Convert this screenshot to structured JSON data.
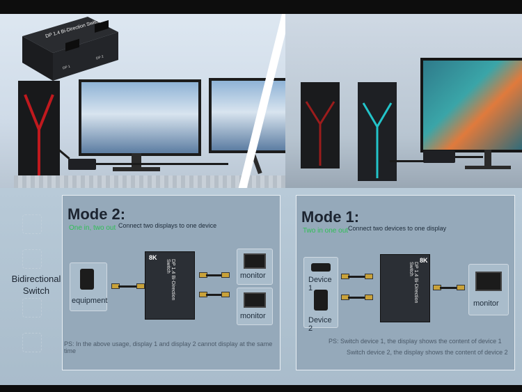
{
  "product_label": "DP 1.4 Bi-Direction Switch",
  "port_labels": {
    "dp1": "DP 1",
    "dp2": "DP 2"
  },
  "side_label": {
    "line1": "Bidirectional",
    "line2": "Switch"
  },
  "mode2": {
    "title": "Mode 2:",
    "subtitle": "One in, two out",
    "description": "Connect two displays to one device",
    "source_label": "equipment",
    "output_labels": [
      "monitor",
      "monitor"
    ],
    "badge": "8K",
    "note": "PS: In the above usage, display 1 and display 2 cannot display at the same time"
  },
  "mode1": {
    "title": "Mode 1:",
    "subtitle": "Two in one out",
    "description": "Connect two devices to one display",
    "source_labels": [
      "Device 1",
      "Device 2"
    ],
    "output_label": "monitor",
    "badge": "8K",
    "note_line1": "PS: Switch device 1, the display shows the content of device 1",
    "note_line2": "Switch device 2, the display shows the content of device 2"
  },
  "colors": {
    "accent_green": "#2fbf55",
    "panel": "#95a9ba",
    "background": "#b8cad8"
  }
}
